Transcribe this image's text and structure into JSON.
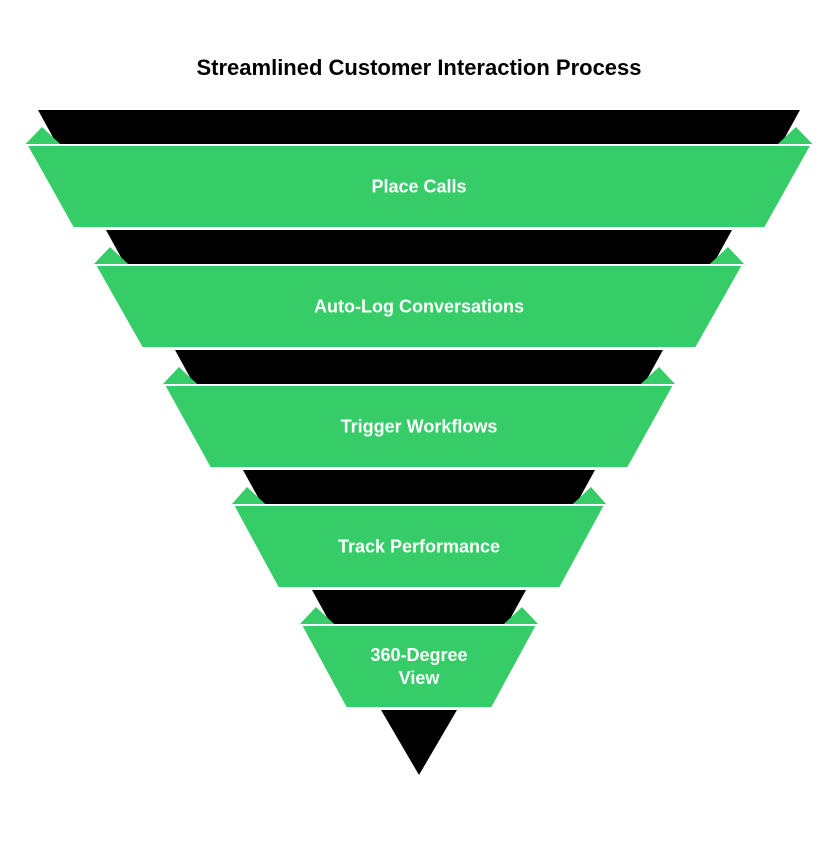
{
  "title": "Streamlined Customer Interaction Process",
  "colors": {
    "band": "#36cc68",
    "shadow": "#000000",
    "label": "#ffffff",
    "title": "#000000",
    "border": "#ffffff"
  },
  "stages": [
    {
      "lines": [
        "Place Calls"
      ]
    },
    {
      "lines": [
        "Auto-Log Conversations"
      ]
    },
    {
      "lines": [
        "Trigger Workflows"
      ]
    },
    {
      "lines": [
        "Track Performance"
      ]
    },
    {
      "lines": [
        "360-Degree",
        "View"
      ]
    }
  ]
}
